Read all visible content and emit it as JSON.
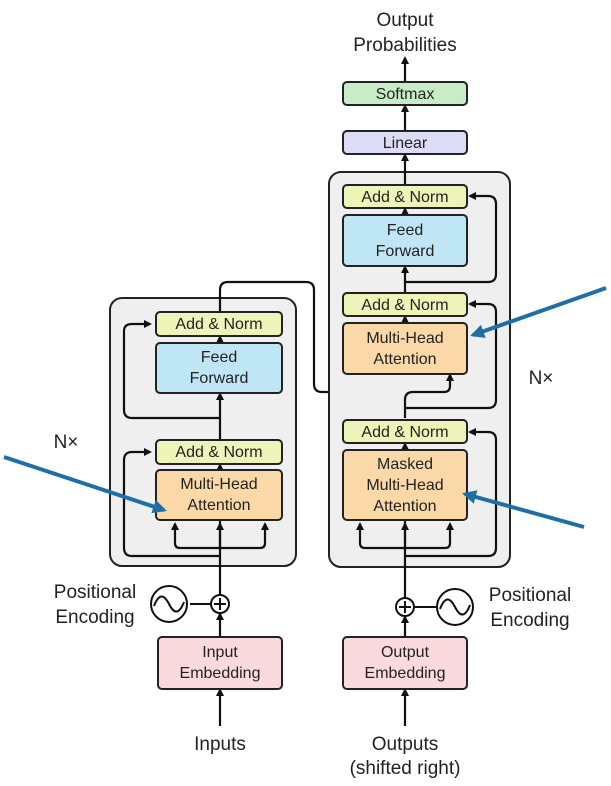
{
  "colors": {
    "block_bg": "#efefef",
    "block_border": "#222222",
    "add_norm": "#eef3b8",
    "feed_forward": "#bfe6f5",
    "attention": "#fbd8a8",
    "embedding": "#fbdadd",
    "linear": "#dcdcf6",
    "softmax": "#c8ecc6",
    "highlight_arrow": "#1f6ea6"
  },
  "encoder": {
    "repeat": "N×",
    "add_norm_top": "Add & Norm",
    "feed_forward": [
      "Feed",
      "Forward"
    ],
    "add_norm_bottom": "Add & Norm",
    "attention": [
      "Multi-Head",
      "Attention"
    ],
    "positional": [
      "Positional",
      "Encoding"
    ],
    "embedding": [
      "Input",
      "Embedding"
    ],
    "input_label": "Inputs"
  },
  "decoder": {
    "repeat": "N×",
    "add_norm_top": "Add & Norm",
    "feed_forward": [
      "Feed",
      "Forward"
    ],
    "add_norm_middle": "Add & Norm",
    "cross_attention": [
      "Multi-Head",
      "Attention"
    ],
    "add_norm_bottom": "Add & Norm",
    "masked_attention": [
      "Masked",
      "Multi-Head",
      "Attention"
    ],
    "positional": [
      "Positional",
      "Encoding"
    ],
    "embedding": [
      "Output",
      "Embedding"
    ],
    "input_label": [
      "Outputs",
      "(shifted right)"
    ]
  },
  "output": {
    "linear": "Linear",
    "softmax": "Softmax",
    "label": [
      "Output",
      "Probabilities"
    ]
  }
}
